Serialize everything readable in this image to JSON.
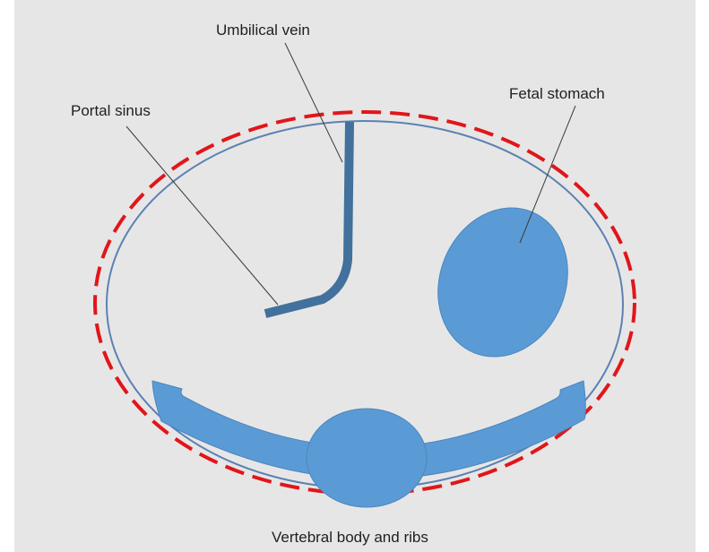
{
  "labels": {
    "umbilical_vein": "Umbilical vein",
    "portal_sinus": "Portal sinus",
    "fetal_stomach": "Fetal stomach",
    "vertebral_body_and_ribs": "Vertebral body and ribs"
  },
  "colors": {
    "background": "#e7e6e6",
    "outline": "#5b82b3",
    "dashed_outline": "#e0161b",
    "vessel": "#41719c",
    "organ_fill": "#5b9bd5",
    "leader_line": "#3a3a3a"
  }
}
